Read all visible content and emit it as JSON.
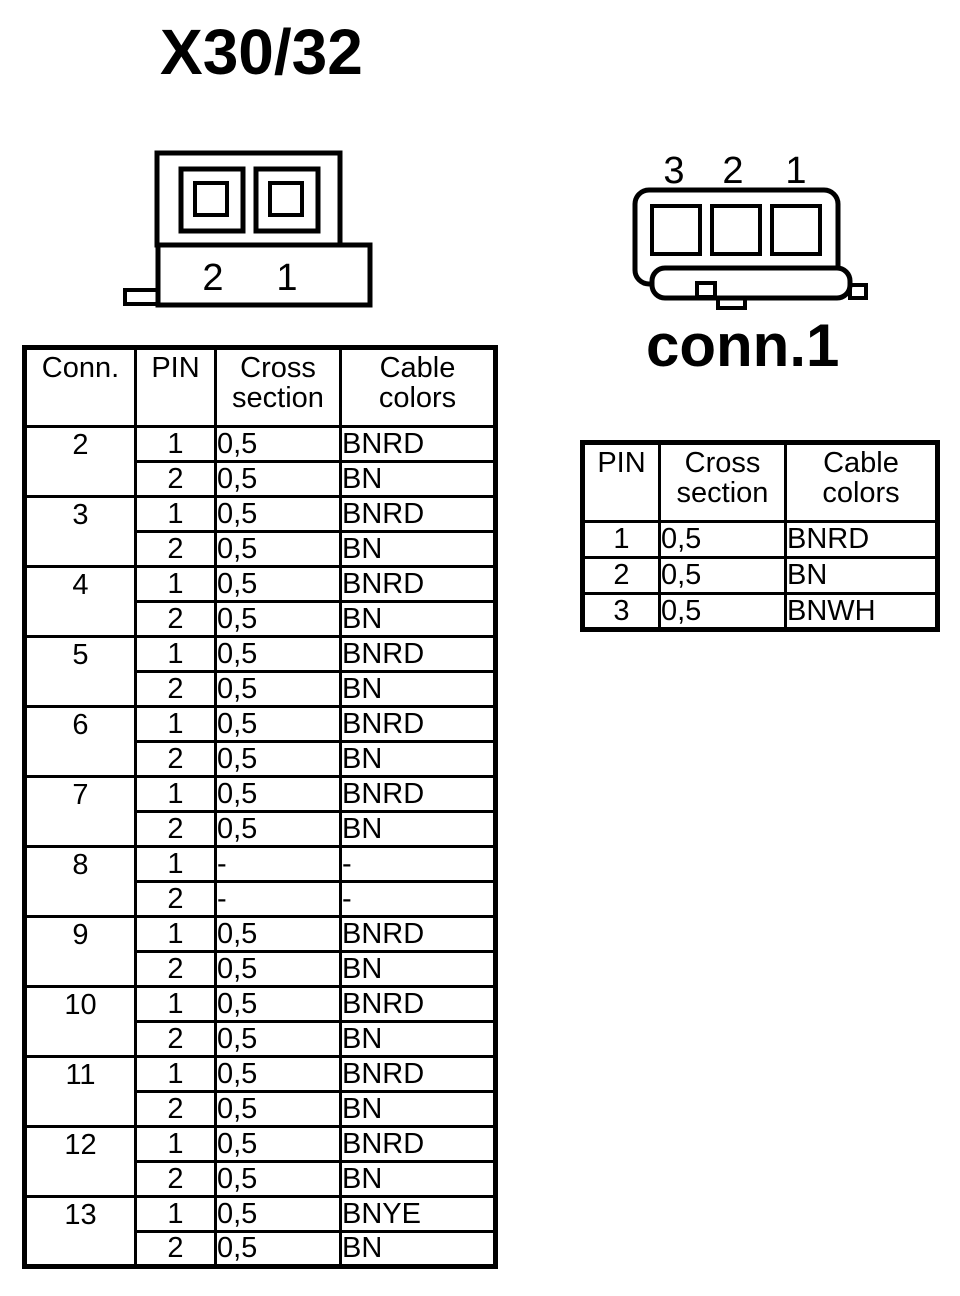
{
  "title": "X30/32",
  "left_connector": {
    "pin_labels": [
      "2",
      "1"
    ]
  },
  "right_connector": {
    "pin_labels": [
      "3",
      "2",
      "1"
    ],
    "caption": "conn.1"
  },
  "main_table": {
    "headers": [
      "Conn.",
      "PIN",
      "Cross section",
      "Cable colors"
    ],
    "groups": [
      {
        "conn": "2",
        "pins": [
          {
            "pin": "1",
            "cross_section": "0,5",
            "cable_color": "BNRD"
          },
          {
            "pin": "2",
            "cross_section": "0,5",
            "cable_color": "BN"
          }
        ]
      },
      {
        "conn": "3",
        "pins": [
          {
            "pin": "1",
            "cross_section": "0,5",
            "cable_color": "BNRD"
          },
          {
            "pin": "2",
            "cross_section": "0,5",
            "cable_color": "BN"
          }
        ]
      },
      {
        "conn": "4",
        "pins": [
          {
            "pin": "1",
            "cross_section": "0,5",
            "cable_color": "BNRD"
          },
          {
            "pin": "2",
            "cross_section": "0,5",
            "cable_color": "BN"
          }
        ]
      },
      {
        "conn": "5",
        "pins": [
          {
            "pin": "1",
            "cross_section": "0,5",
            "cable_color": "BNRD"
          },
          {
            "pin": "2",
            "cross_section": "0,5",
            "cable_color": "BN"
          }
        ]
      },
      {
        "conn": "6",
        "pins": [
          {
            "pin": "1",
            "cross_section": "0,5",
            "cable_color": "BNRD"
          },
          {
            "pin": "2",
            "cross_section": "0,5",
            "cable_color": "BN"
          }
        ]
      },
      {
        "conn": "7",
        "pins": [
          {
            "pin": "1",
            "cross_section": "0,5",
            "cable_color": "BNRD"
          },
          {
            "pin": "2",
            "cross_section": "0,5",
            "cable_color": "BN"
          }
        ]
      },
      {
        "conn": "8",
        "pins": [
          {
            "pin": "1",
            "cross_section": "-",
            "cable_color": "-"
          },
          {
            "pin": "2",
            "cross_section": "-",
            "cable_color": "-"
          }
        ]
      },
      {
        "conn": "9",
        "pins": [
          {
            "pin": "1",
            "cross_section": "0,5",
            "cable_color": "BNRD"
          },
          {
            "pin": "2",
            "cross_section": "0,5",
            "cable_color": "BN"
          }
        ]
      },
      {
        "conn": "10",
        "pins": [
          {
            "pin": "1",
            "cross_section": "0,5",
            "cable_color": "BNRD"
          },
          {
            "pin": "2",
            "cross_section": "0,5",
            "cable_color": "BN"
          }
        ]
      },
      {
        "conn": "11",
        "pins": [
          {
            "pin": "1",
            "cross_section": "0,5",
            "cable_color": "BNRD"
          },
          {
            "pin": "2",
            "cross_section": "0,5",
            "cable_color": "BN"
          }
        ]
      },
      {
        "conn": "12",
        "pins": [
          {
            "pin": "1",
            "cross_section": "0,5",
            "cable_color": "BNRD"
          },
          {
            "pin": "2",
            "cross_section": "0,5",
            "cable_color": "BN"
          }
        ]
      },
      {
        "conn": "13",
        "pins": [
          {
            "pin": "1",
            "cross_section": "0,5",
            "cable_color": "BNYE"
          },
          {
            "pin": "2",
            "cross_section": "0,5",
            "cable_color": "BN"
          }
        ]
      }
    ]
  },
  "conn1_table": {
    "headers": [
      "PIN",
      "Cross section",
      "Cable colors"
    ],
    "rows": [
      {
        "pin": "1",
        "cross_section": "0,5",
        "cable_color": "BNRD"
      },
      {
        "pin": "2",
        "cross_section": "0,5",
        "cable_color": "BN"
      },
      {
        "pin": "3",
        "cross_section": "0,5",
        "cable_color": "BNWH"
      }
    ]
  },
  "colors": {
    "line": "#000000",
    "background": "#ffffff"
  }
}
